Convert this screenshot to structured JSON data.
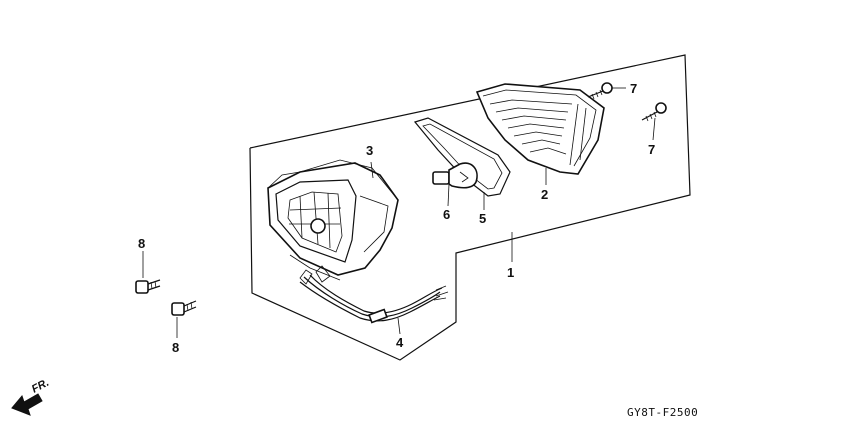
{
  "diagram": {
    "callouts": {
      "p1": "1",
      "p2": "2",
      "p3": "3",
      "p4": "4",
      "p5": "5",
      "p6": "6",
      "p7a": "7",
      "p7b": "7",
      "p8a": "8",
      "p8b": "8"
    },
    "front_arrow_label": "FR.",
    "figure_code": "GY8T-F2500"
  }
}
